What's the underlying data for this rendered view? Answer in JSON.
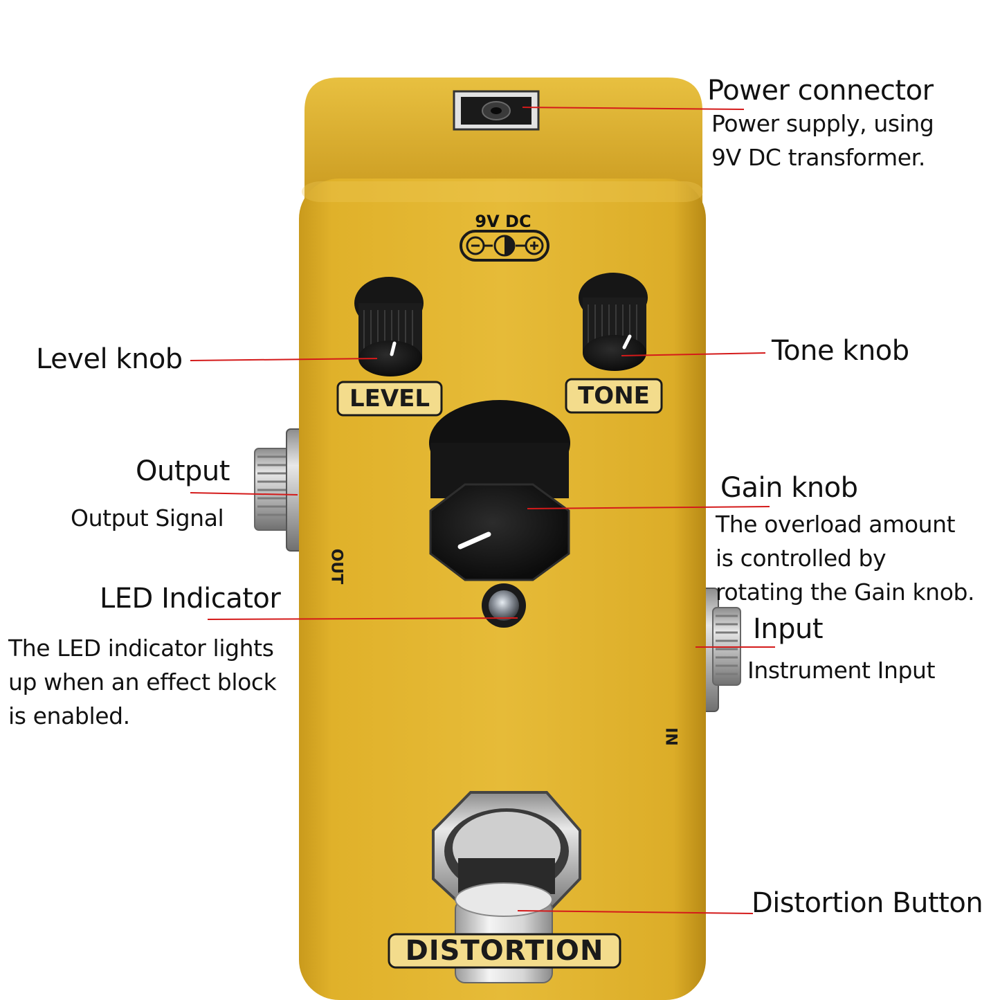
{
  "pedal": {
    "panel_labels": {
      "power_rating": "9V DC",
      "level": "LEVEL",
      "tone": "TONE",
      "out_jack": "OUT",
      "in_jack": "IN",
      "name": "DISTORTION"
    },
    "colors": {
      "body": "#e2b52e",
      "body_shadow": "#c8991c",
      "knob": "#161616",
      "leader_line": "#d41a1a",
      "metal": "#c9c9c9"
    }
  },
  "callouts": {
    "power": {
      "title": "Power connector",
      "desc": [
        "Power supply, using",
        "9V DC transformer."
      ]
    },
    "level": {
      "title": "Level knob"
    },
    "tone": {
      "title": "Tone knob"
    },
    "output": {
      "title": "Output",
      "desc": [
        "Output Signal"
      ]
    },
    "gain": {
      "title": "Gain knob",
      "desc": [
        "The overload amount",
        "is controlled by",
        "rotating the Gain knob."
      ]
    },
    "led": {
      "title": "LED Indicator",
      "desc": [
        "The LED indicator lights",
        "up when an effect block",
        "is enabled."
      ]
    },
    "input": {
      "title": "Input",
      "desc": [
        "Instrument Input"
      ]
    },
    "footswitch": {
      "title": "Distortion Button"
    }
  }
}
